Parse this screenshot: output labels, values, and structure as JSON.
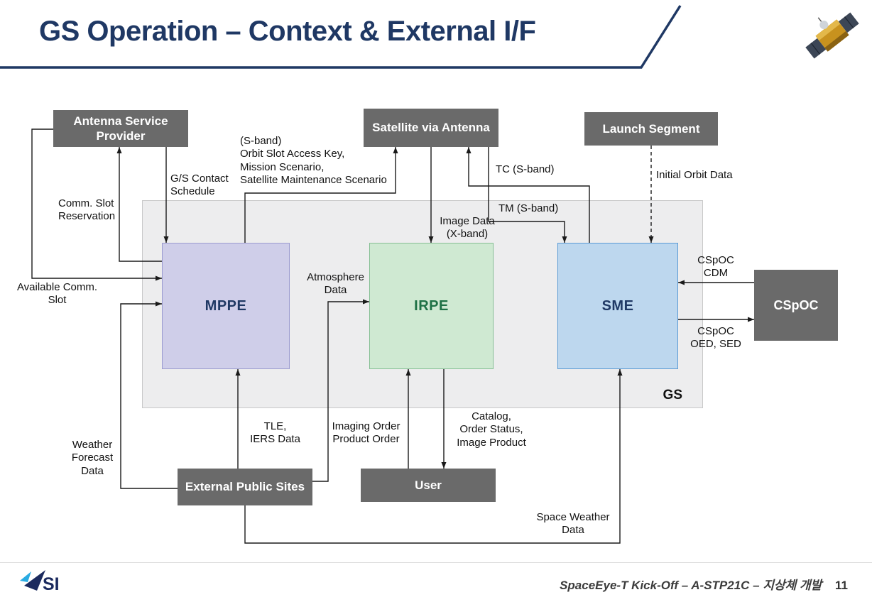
{
  "slide": {
    "title": "GS Operation – Context & External I/F",
    "logo_text": "SI",
    "footer_text": "SpaceEye-T Kick-Off – A-STP21C – 지상체 개발",
    "page_number": "11"
  },
  "diagram": {
    "gs_label": "GS",
    "boxes": {
      "antenna_service_provider": "Antenna Service Provider",
      "satellite_via_antenna": "Satellite via Antenna",
      "launch_segment": "Launch Segment",
      "external_public_sites": "External Public Sites",
      "user": "User",
      "cspoc": "CSpOC",
      "mppe": "MPPE",
      "irpe": "IRPE",
      "sme": "SME"
    },
    "flows": {
      "gs_contact_schedule": "G/S Contact\nSchedule",
      "comm_slot_reservation": "Comm. Slot\nReservation",
      "available_comm_slot": "Available Comm.\nSlot",
      "s_band_uplink": "(S-band)\nOrbit Slot Access Key,\nMission Scenario,\nSatellite Maintenance Scenario",
      "tc": "TC (S-band)",
      "tm": "TM (S-band)",
      "image_data": "Image Data\n(X-band)",
      "initial_orbit_data": "Initial Orbit Data",
      "atmosphere_data": "Atmosphere\nData",
      "cspoc_cdm": "CSpOC\nCDM",
      "cspoc_oed_sed": "CSpOC\nOED, SED",
      "tle_iers": "TLE,\nIERS Data",
      "imaging_order": "Imaging Order\nProduct Order",
      "catalog": "Catalog,\nOrder Status,\nImage Product",
      "weather_forecast": "Weather\nForecast\nData",
      "space_weather": "Space Weather\nData"
    }
  },
  "colors": {
    "title": "#1f3864",
    "gray_box": "#6a6a6a",
    "mppe_fill": "#cfcee9",
    "irpe_fill": "#cfe9d2",
    "sme_fill": "#bdd7ee",
    "line": "#1a1a1a"
  }
}
